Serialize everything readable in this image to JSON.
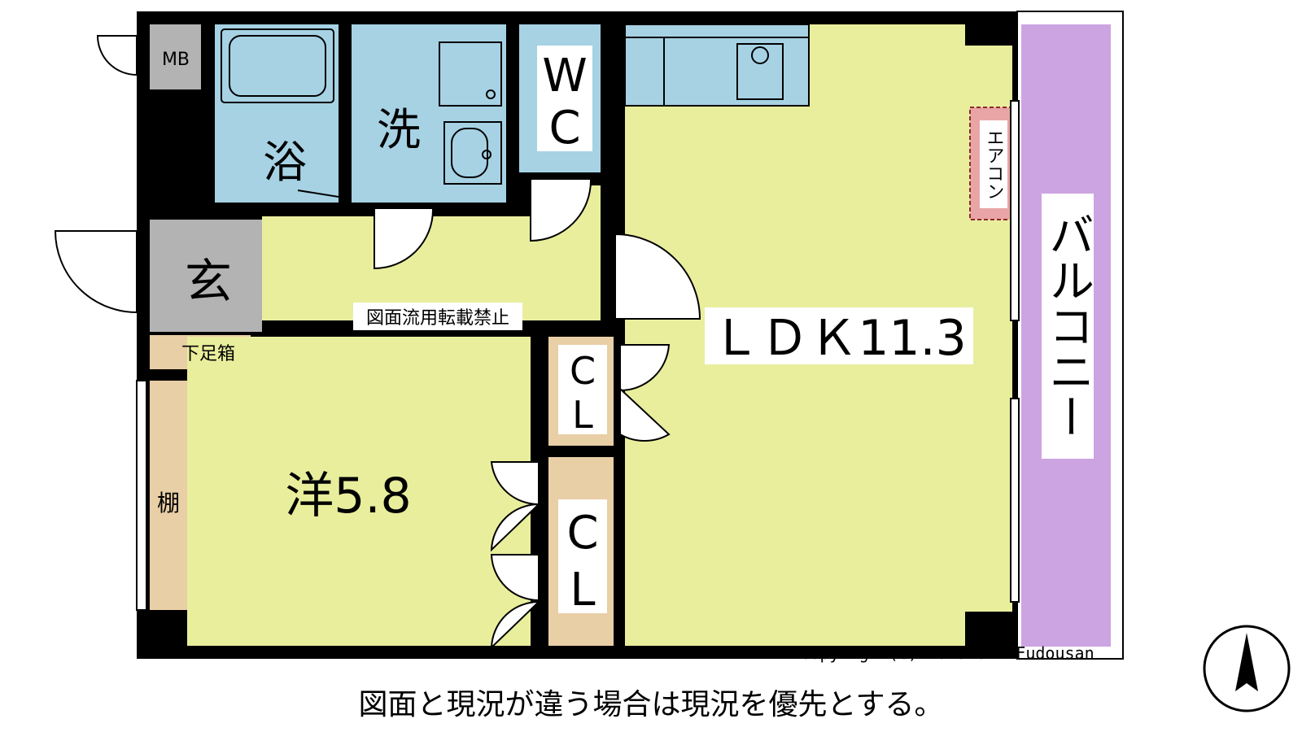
{
  "rooms": {
    "mb": "MB",
    "bath": "浴",
    "wash": "洗",
    "wc_1": "W",
    "wc_2": "C",
    "entrance": "玄",
    "shoe_box": "下足箱",
    "shelf": "棚",
    "western": "洋5.8",
    "closet_upper_1": "C",
    "closet_upper_2": "L",
    "closet_lower_1": "C",
    "closet_lower_2": "L",
    "ldk": "ＬＤＫ11.3",
    "aircon": "エアコン",
    "balcony": "バルコニー"
  },
  "notices": {
    "no_reuse": "図面流用転載禁止",
    "copyright": "Copyright(C) Kumanomi-Fudousan",
    "disclaimer": "図面と現況が違う場合は現況を優先とする。"
  },
  "colors": {
    "wall": "#000000",
    "wet_area": "#a6d2e4",
    "living": "#e9ee9d",
    "storage": "#e9cfa6",
    "entrance_floor": "#b3b3b3",
    "balcony": "#cda4e2",
    "aircon": "#e9a5a5"
  },
  "icons": [
    "north-arrow-icon",
    "door-swing-icon",
    "bathtub-icon",
    "sink-icon",
    "stove-icon"
  ]
}
